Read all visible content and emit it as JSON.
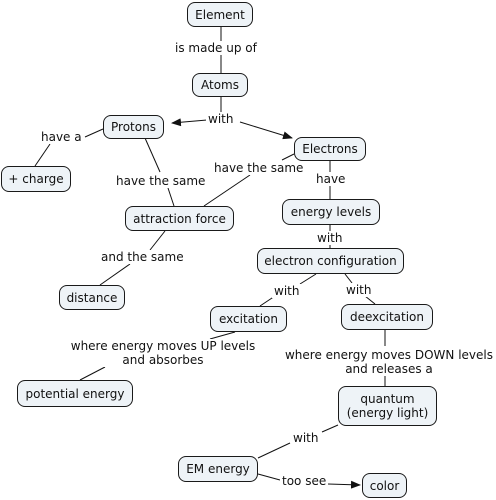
{
  "nodes": {
    "element": "Element",
    "atoms": "Atoms",
    "protons": "Protons",
    "electrons": "Electrons",
    "charge": "+ charge",
    "attraction_force": "attraction force",
    "energy_levels": "energy levels",
    "distance": "distance",
    "electron_configuration": "electron configuration",
    "excitation": "excitation",
    "deexcitation": "deexcitation",
    "potential_energy": "potential energy",
    "quantum_line1": "quantum",
    "quantum_line2": "(energy light)",
    "em_energy": "EM energy",
    "color": "color"
  },
  "links": {
    "is_made_up_of": "is made up of",
    "with_atoms": "with",
    "have_a": "have a",
    "have_the_same_protons": "have the same",
    "have_the_same_electrons": "have the same",
    "have": "have",
    "and_the_same": "and the same",
    "with_levels": "with",
    "with_excitation": "with",
    "with_deexcitation": "with",
    "up_line1": "where energy moves UP levels",
    "up_line2": "and absorbes",
    "down_line1": "where energy moves DOWN levels",
    "down_line2": "and releases a",
    "with_quantum": "with",
    "too_see": "too see"
  }
}
